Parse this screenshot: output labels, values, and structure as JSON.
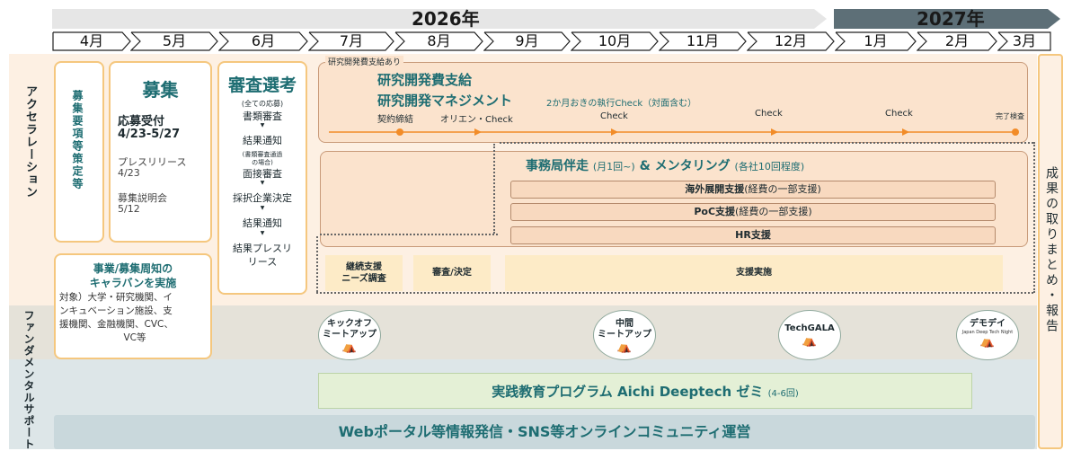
{
  "years": {
    "y2026": "2026年",
    "y2027": "2027年"
  },
  "months": [
    "4月",
    "5月",
    "6月",
    "7月",
    "8月",
    "9月",
    "10月",
    "11月",
    "12月",
    "1月",
    "2月",
    "3月"
  ],
  "phases": {
    "accel": "アクセラレーション",
    "fund": "ファンダメンタルサポート",
    "result": "成果の取りまとめ・報告"
  },
  "recruit_prep": "募集要項等策定等",
  "recruit": {
    "title": "募集",
    "accept": "応募受付",
    "accept_dates": "4/23-5/27",
    "press": "プレスリリース",
    "press_date": "4/23",
    "briefing": "募集説明会",
    "briefing_date": "5/12"
  },
  "review": {
    "title": "審査選考",
    "note1": "(全ての応募)",
    "doc_review": "書類審査",
    "notice1": "結果通知",
    "note2a": "(書類審査通過",
    "note2b": "の場合)",
    "interview": "面接審査",
    "decision": "採択企業決定",
    "notice2": "結果通知",
    "press_a": "結果プレスリ",
    "press_b": "リース"
  },
  "caravan": {
    "title_a": "事業/募集周知の",
    "title_b": "キャラバンを実施",
    "target_a": "対象）大学・研究機関、イ",
    "target_b": "ンキュベーション施設、支",
    "target_c": "援機関、金融機関、CVC、",
    "target_d": "VC等"
  },
  "rd": {
    "tag": "研究開発費支給あり",
    "title1": "研究開発費支給",
    "title2": "研究開発マネジメント",
    "note": "2か月おきの執行Check（対面含む）",
    "m_contract": "契約締結",
    "m_orient": "オリエン・Check",
    "m_check1": "Check",
    "m_check2": "Check",
    "m_check3": "Check",
    "m_final": "完了検査"
  },
  "office": {
    "title": "事務局伴走",
    "freq": "(月1回~)",
    "amp": "& メンタリング",
    "count": "(各社10回程度)",
    "overseas": "海外展開支援",
    "overseas_note": "(経費の一部支援)",
    "poc": "PoC支援",
    "poc_note": "(経費の一部支援)",
    "hr": "HR支援"
  },
  "continuation": {
    "survey_a": "継続支援",
    "survey_b": "ニーズ調査",
    "review": "審査/決定",
    "support": "支援実施"
  },
  "meetups": {
    "kickoff_a": "キックオフ",
    "kickoff_b": "ミートアップ",
    "mid_a": "中間",
    "mid_b": "ミートアップ",
    "gala": "TechGALA",
    "demo": "デモデイ",
    "demo_sub": "Japan Deep Tech Night"
  },
  "seminar": {
    "title": "実践教育プログラム Aichi Deeptech ゼミ",
    "count": "(4-6回)"
  },
  "portal": "Webポータル等情報発信・SNS等オンラインコミュニティ運営",
  "colors": {
    "accel_bg": "#fdf0e3",
    "fund_bg": "#e5e2d9",
    "teal": "#1e6d72",
    "milestone": "#f28c28",
    "year2027": "#5d6f77"
  }
}
